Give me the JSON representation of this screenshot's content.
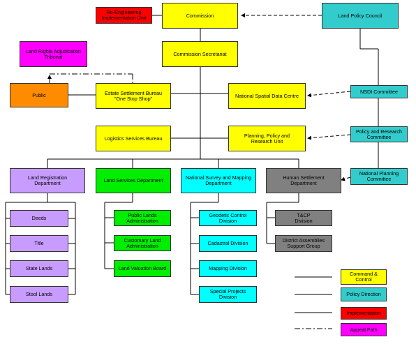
{
  "nodes": {
    "reengineering": "Re-Engineering\nImplementation Unit",
    "commission": "Commission",
    "land_policy_council": "Land Policy Council",
    "land_rights_tribunal": "Land Rights Adjudication\nTribunal",
    "commission_secretariat": "Commission Secretariat",
    "public": "Public",
    "estate_settlement_bureau": "Estate Settlement Bureau\n\"One Stop Shop\"",
    "nsdc": "National Spatial Data Centre",
    "nsdi_committee": "NSDI Committee",
    "logistics_bureau": "Logistics Services Bureau",
    "planning_unit": "Planning, Policy and\nResearch Unit",
    "policy_research_committee": "Policy and Research\nCommittee",
    "national_planning_committee": "National Planning\nCommittee",
    "land_registration_dept": "Land Registration\nDepartment",
    "land_services_dept": "Land Services Department",
    "survey_mapping_dept": "National Survey and Mapping\nDepartment",
    "human_settlement_dept": "Human Settlement\nDepartment",
    "deeds": "Deeds",
    "title": "Title",
    "state_lands": "State Lands",
    "stool_lands": "Stool Lands",
    "public_lands_admin": "Public Lands\nAdministration",
    "customary_land_admin": "Customary Land\nAdministration",
    "land_valuation_board": "Land Valuation Board",
    "geodetic_control": "Geodetic Control\nDivision",
    "cadastral_division": "Cadastral Division",
    "mapping_division": "Mapping Division",
    "special_projects": "Special Projects\nDivision",
    "tcp_division": "T&CP\nDivision",
    "district_assemblies": "District Assemblies\nSupport Group"
  },
  "legend": {
    "command_control": "Command &\nControl",
    "policy_direction": "Policy Direction",
    "implementation": "Implementation",
    "appeal_path": "Appeal Path"
  },
  "colors": {
    "yellow": "#ffff00",
    "red": "#ff0000",
    "teal": "#33cccc",
    "magenta": "#ff00ff",
    "orange": "#ff8c00",
    "lilac": "#c89cff",
    "green": "#00ee00",
    "cyan": "#00ffff",
    "grey": "#808080"
  }
}
